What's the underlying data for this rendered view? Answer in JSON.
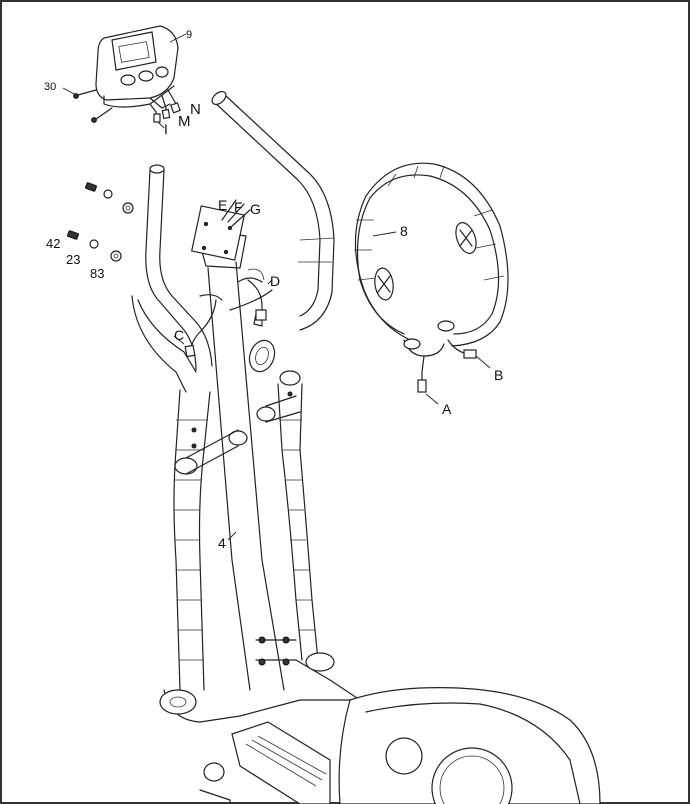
{
  "diagram": {
    "part_labels": {
      "console": "9",
      "console_screw": "30",
      "wire_n": "N",
      "wire_m": "M",
      "wire_i": "I",
      "wire_e": "E",
      "wire_f": "F",
      "wire_g": "G",
      "bolt": "42",
      "spring_washer": "23",
      "flat_washer": "83",
      "wire_c": "C",
      "wire_d": "D",
      "handlebar": "8",
      "wire_a": "A",
      "wire_b": "B",
      "upright_post": "4"
    }
  }
}
